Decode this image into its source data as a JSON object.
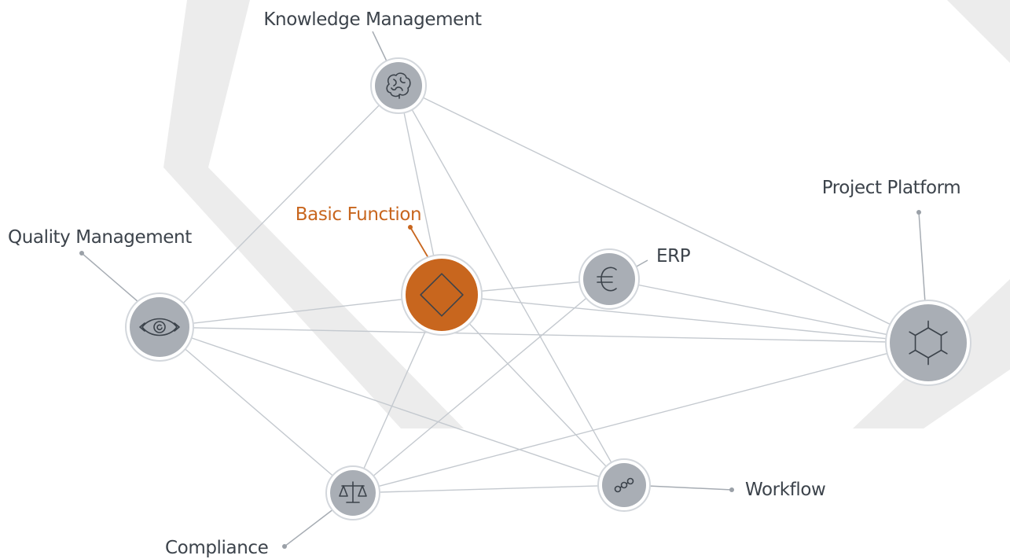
{
  "diagram": {
    "nodes": [
      {
        "id": "knowledge",
        "label": "Knowledge Management",
        "icon": "brain-icon",
        "accent": false
      },
      {
        "id": "basic",
        "label": "Basic Function",
        "icon": "diamond-icon",
        "accent": true
      },
      {
        "id": "erp",
        "label": "ERP",
        "icon": "euro-icon",
        "accent": false
      },
      {
        "id": "project",
        "label": "Project Platform",
        "icon": "hexagon-network-icon",
        "accent": false
      },
      {
        "id": "quality",
        "label": "Quality Management",
        "icon": "eye-icon",
        "accent": false
      },
      {
        "id": "compliance",
        "label": "Compliance",
        "icon": "scales-icon",
        "accent": false
      },
      {
        "id": "workflow",
        "label": "Workflow",
        "icon": "chain-icon",
        "accent": false
      }
    ],
    "edges": [
      [
        "knowledge",
        "quality"
      ],
      [
        "knowledge",
        "basic"
      ],
      [
        "knowledge",
        "workflow"
      ],
      [
        "knowledge",
        "project"
      ],
      [
        "quality",
        "basic"
      ],
      [
        "quality",
        "project"
      ],
      [
        "quality",
        "compliance"
      ],
      [
        "quality",
        "workflow"
      ],
      [
        "basic",
        "erp"
      ],
      [
        "basic",
        "project"
      ],
      [
        "basic",
        "compliance"
      ],
      [
        "basic",
        "workflow"
      ],
      [
        "erp",
        "project"
      ],
      [
        "erp",
        "compliance"
      ],
      [
        "compliance",
        "project"
      ],
      [
        "compliance",
        "workflow"
      ]
    ],
    "colors": {
      "accent": "#c8661e",
      "node": "#a9aeb5",
      "edge": "#c4c9cf",
      "text": "#3c434b",
      "watermark": "#ececec"
    }
  }
}
